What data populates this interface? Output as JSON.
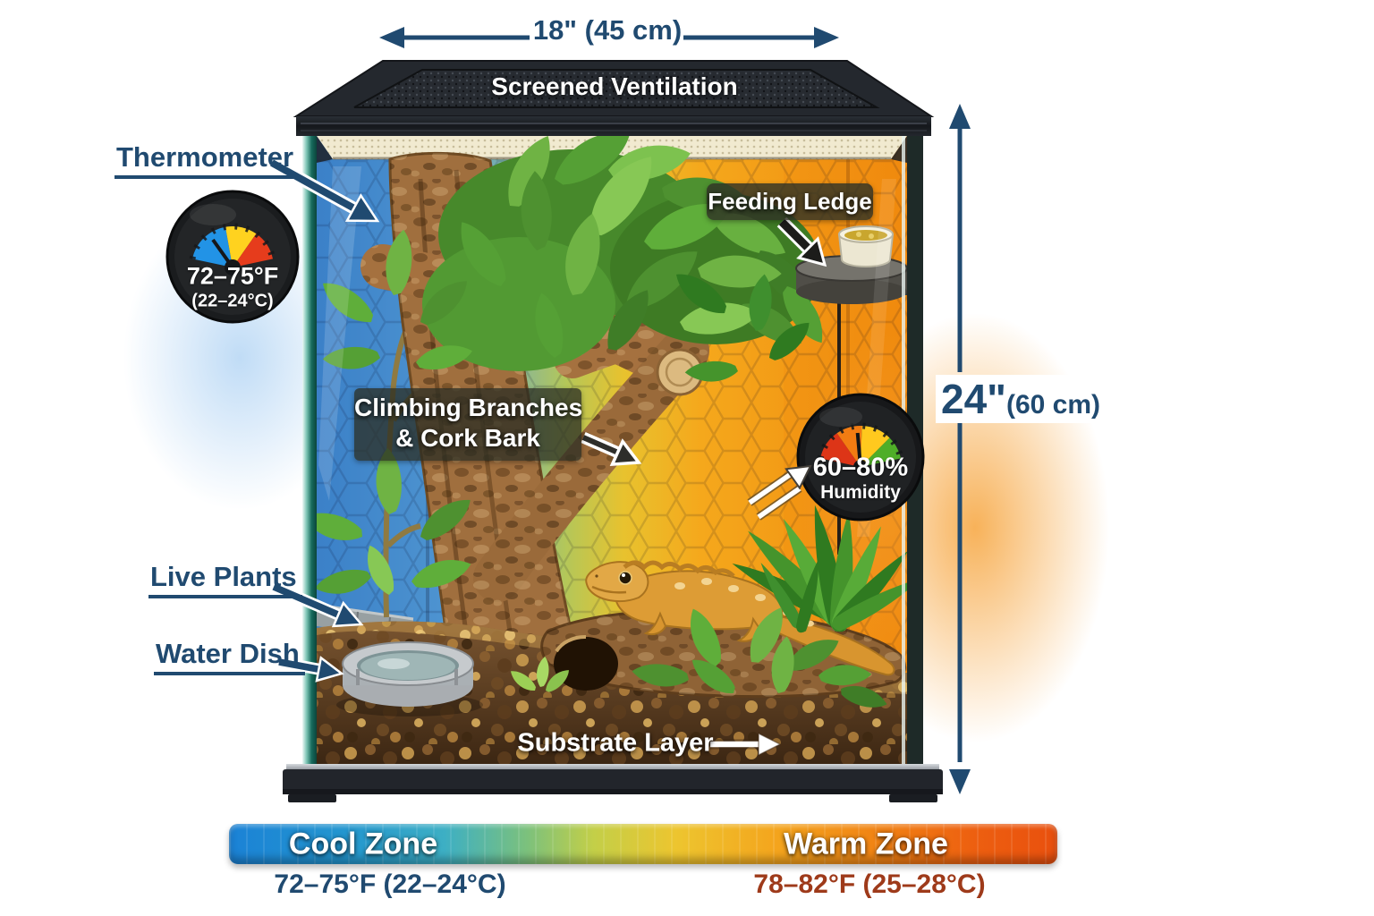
{
  "diagram": {
    "width_label": "18\" (45 cm)",
    "height_label": "24\"",
    "height_label_secondary": "(60 cm)",
    "ventilation_label": "Screened Ventilation"
  },
  "callouts": {
    "thermometer": "Thermometer",
    "feeding_ledge": "Feeding Ledge",
    "climbing_line1": "Climbing Branches",
    "climbing_line2": "& Cork Bark",
    "live_plants": "Live Plants",
    "water_dish": "Water Dish",
    "substrate": "Substrate Layer"
  },
  "gauges": {
    "thermometer": {
      "range_f": "72–75°F",
      "range_c": "(22–24°C)"
    },
    "humidity": {
      "value": "60–80%",
      "label": "Humidity"
    }
  },
  "zone_bar": {
    "cool": {
      "label": "Cool Zone",
      "temp": "72–75°F (22–24°C)"
    },
    "warm": {
      "label": "Warm Zone",
      "temp": "78–82°F (25–28°C)"
    }
  },
  "colors": {
    "label_navy": "#204a70",
    "cool_blue": "#1b82d6",
    "warm_orange": "#e9500e",
    "warm_temp_text": "#9e3a1a"
  }
}
